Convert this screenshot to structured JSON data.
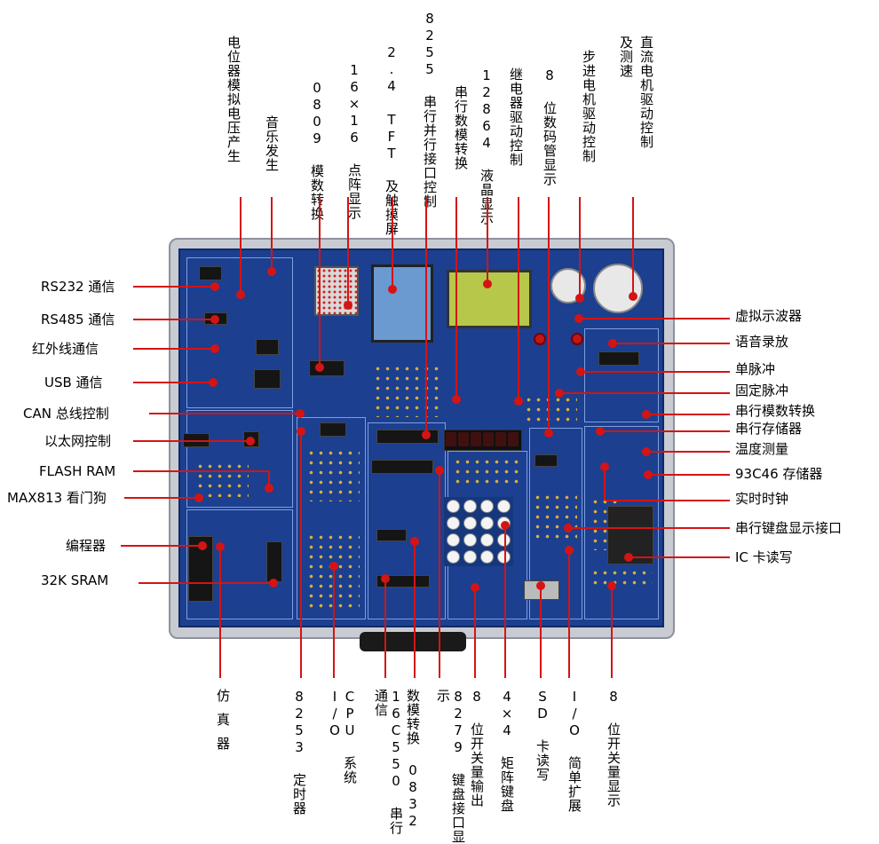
{
  "labels": {
    "left": [
      "RS232 通信",
      "RS485 通信",
      "红外线通信",
      "USB 通信",
      "CAN 总线控制",
      "以太网控制",
      "FLASH RAM",
      "MAX813 看门狗",
      "编程器",
      "32K SRAM"
    ],
    "right": [
      "虚拟示波器",
      "语音录放",
      "单脉冲",
      "固定脉冲",
      "串行模数转换",
      "串行存储器",
      "温度测量",
      "93C46 存储器",
      "实时时钟",
      "串行键盘显示接口",
      "IC 卡读写"
    ],
    "top": [
      "电位器模拟电压产生",
      "音乐发生",
      "0809 模数转换",
      "16×16 点阵显示",
      "2.4  TFT 及触摸屏",
      "8255 串行并行接口控制",
      "串行数模转换",
      "12864 液晶显示",
      "继电器驱动控制",
      "8 位数码管显示",
      "步进电机驱动控制",
      "直流电机驱动控制",
      "及测速"
    ],
    "bottom": [
      "仿真器",
      "8253 定时器",
      "CPU 系统 I/O",
      "16C550 串行通信",
      "数模转换 0832",
      "8279 键盘接口显示",
      "8 位开关量输出",
      "4×4 矩阵键盘",
      "SD 卡读写",
      "I/O 简单扩展",
      "8 位开关量显示"
    ]
  },
  "colors": {
    "leader": "#d41414",
    "board": "#1c3f8f",
    "case": "#c8ccd2"
  }
}
